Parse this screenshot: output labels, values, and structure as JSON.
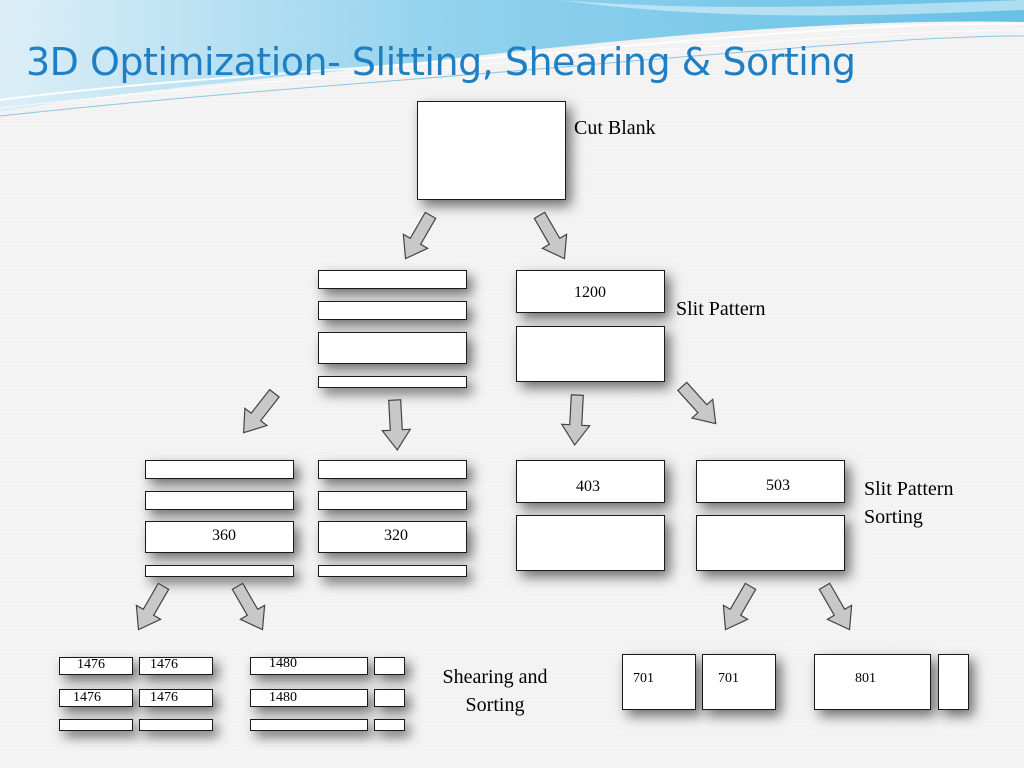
{
  "slide": {
    "title": "3D Optimization- Slitting, Shearing & Sorting"
  },
  "diagram": {
    "labels": {
      "cut_blank": "Cut Blank",
      "slit_pattern": "Slit Pattern",
      "slit_pattern_sorting_line1": "Slit Pattern",
      "slit_pattern_sorting_line2": "Sorting",
      "shearing_line1": "Shearing and",
      "shearing_line2": "Sorting"
    },
    "level1_right": {
      "width": "1200"
    },
    "level2": {
      "a": "360",
      "b": "320",
      "c": "403",
      "d": "503"
    },
    "level3_left": [
      "1476",
      "1476",
      "1476",
      "1476",
      "1480",
      "1480"
    ],
    "level3_right": [
      "701",
      "701",
      "801"
    ]
  },
  "colors": {
    "title": "#1f7fc4",
    "box_fill": "#ffffff",
    "box_border": "#1a1a1a",
    "arrow_fill": "#c8c8c8",
    "wave": "#5bbde6"
  }
}
